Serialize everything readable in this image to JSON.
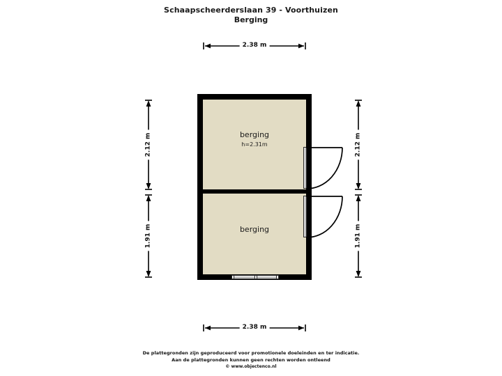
{
  "header": {
    "title": "Schaapscheerderslaan 39 - Voorthuizen",
    "subtitle": "Berging"
  },
  "floorplan": {
    "rooms": [
      {
        "name": "berging",
        "height_label": "h=2.31m"
      },
      {
        "name": "berging",
        "height_label": ""
      }
    ],
    "dimensions": {
      "top": "2.38 m",
      "bottom": "2.38 m",
      "left_upper": "2.12 m",
      "left_lower": "1.91 m",
      "right_upper": "2.12 m",
      "right_lower": "1.91 m"
    },
    "colors": {
      "wall": "#000000",
      "room_fill": "#E2DCC4",
      "background": "#FFFFFF",
      "text": "#1A1A1A"
    },
    "features": [
      {
        "type": "door",
        "name": "door-upper-right",
        "swing": "outward"
      },
      {
        "type": "door",
        "name": "door-lower-right",
        "swing": "outward"
      },
      {
        "type": "window",
        "name": "window-bottom-wall"
      }
    ]
  },
  "footer": {
    "line1": "De plattegronden zijn geproduceerd voor promotionele doeleinden en ter indicatie.",
    "line2": "Aan de plattegronden kunnen geen rechten worden ontleend",
    "line3": "© www.objectenco.nl"
  }
}
